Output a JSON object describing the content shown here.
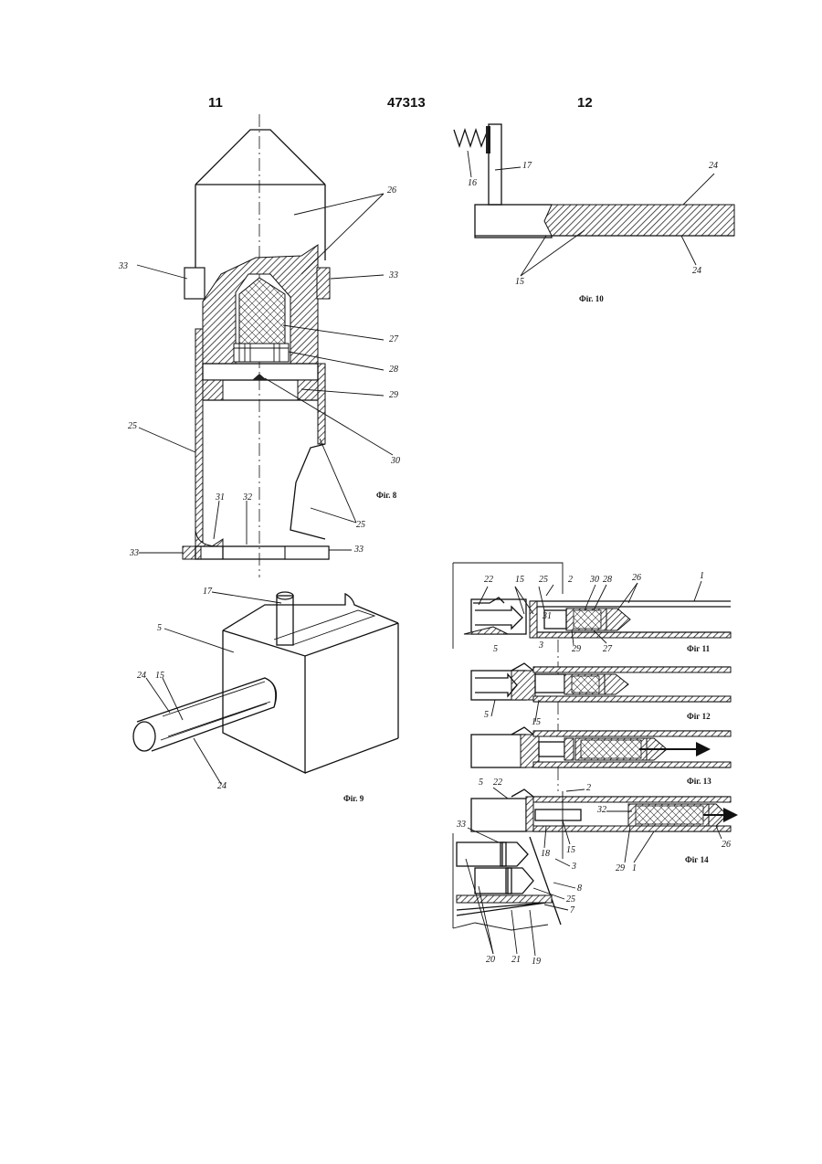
{
  "header": {
    "page_left": "11",
    "patent_no": "47313",
    "page_right": "12"
  },
  "fig8": {
    "caption": "Фіг. 8",
    "labels": {
      "l26": "26",
      "l33a": "33",
      "l33b": "33",
      "l27": "27",
      "l28": "28",
      "l29": "29",
      "l30": "30",
      "l25a": "25",
      "l25b": "25",
      "l31": "31",
      "l32": "32",
      "l33c": "33",
      "l33d": "33"
    }
  },
  "fig9": {
    "caption": "Фіг. 9",
    "labels": {
      "l17": "17",
      "l5": "5",
      "l24a": "24",
      "l15": "15",
      "l24b": "24"
    }
  },
  "fig10": {
    "caption": "Фіг. 10",
    "labels": {
      "l16": "16",
      "l17": "17",
      "l24a": "24",
      "l24b": "24",
      "l15": "15"
    }
  },
  "fig11": {
    "caption": "Фіг 11",
    "labels": {
      "l22": "22",
      "l15": "15",
      "l25": "25",
      "l2": "2",
      "l31": "31",
      "l30": "30",
      "l28": "28",
      "l26": "26",
      "l1": "1",
      "l5": "5",
      "l3": "3",
      "l29": "29",
      "l27": "27"
    }
  },
  "fig12": {
    "caption": "Фіг 12",
    "labels": {
      "l5": "5",
      "l15": "15"
    }
  },
  "fig13": {
    "caption": "Фіг. 13"
  },
  "fig14": {
    "caption": "Фіг 14",
    "labels": {
      "l5": "5",
      "l22": "22",
      "l2": "2",
      "l32": "32",
      "l15": "15",
      "l18": "18",
      "l29": "29",
      "l1": "1",
      "l26": "26",
      "l33": "33",
      "l3": "3",
      "l8": "8",
      "l25": "25",
      "l7": "7",
      "l20": "20",
      "l21": "21",
      "l19": "19"
    }
  }
}
